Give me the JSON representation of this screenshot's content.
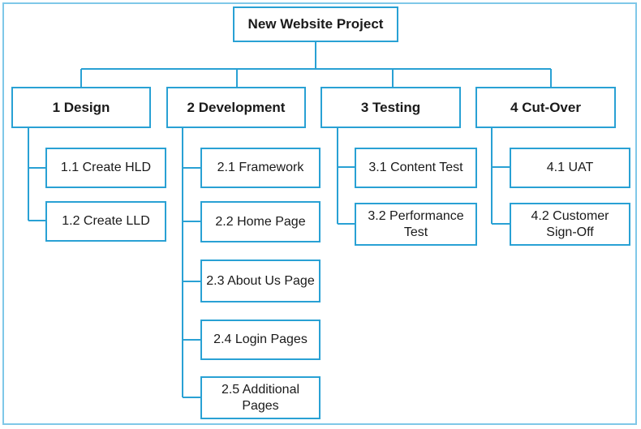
{
  "diagram": {
    "root": "New Website Project",
    "phases": [
      {
        "label": "1 Design",
        "tasks": [
          "1.1 Create HLD",
          "1.2 Create LLD"
        ]
      },
      {
        "label": "2 Development",
        "tasks": [
          "2.1 Framework",
          "2.2 Home Page",
          "2.3 About Us Page",
          "2.4 Login Pages",
          "2.5 Additional Pages"
        ]
      },
      {
        "label": "3 Testing",
        "tasks": [
          "3.1 Content Test",
          "3.2 Performance Test"
        ]
      },
      {
        "label": "4 Cut-Over",
        "tasks": [
          "4.1 UAT",
          "4.2 Customer Sign-Off"
        ]
      }
    ],
    "colors": {
      "line": "#29a1d4",
      "frame": "#7fc8e8",
      "text": "#1a1a1a"
    }
  }
}
